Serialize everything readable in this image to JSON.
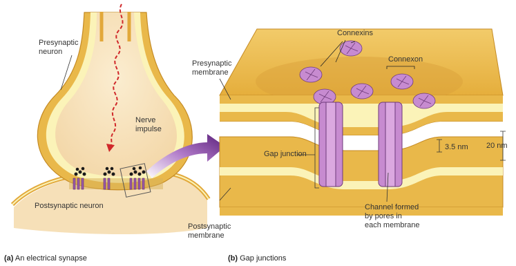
{
  "panel_a": {
    "presynaptic_label_1": "Presynaptic",
    "presynaptic_label_2": "neuron",
    "impulse_label_1": "Nerve",
    "impulse_label_2": "impulse",
    "postsynaptic_label": "Postsynaptic neuron",
    "caption_letter": "(a)",
    "caption_text": " An electrical synapse"
  },
  "panel_b": {
    "connexins_label": "Connexins",
    "connexon_label": "Connexon",
    "pre_membrane_1": "Presynaptic",
    "pre_membrane_2": "membrane",
    "post_membrane_1": "Postsynaptic",
    "post_membrane_2": "membrane",
    "gap_junction_label": "Gap junction",
    "gap_width": "3.5 nm",
    "total_width": "20 nm",
    "channel_1": "Channel formed",
    "channel_2": "by pores in",
    "channel_3": "each membrane",
    "caption_letter": "(b)",
    "caption_text": " Gap junctions"
  },
  "colors": {
    "membrane_gold": "#e9b84a",
    "membrane_light": "#fbf3b8",
    "cytoplasm": "#f6dfb2",
    "connexon_purple": "#c78bd0",
    "impulse_red": "#d0282a",
    "arrow_purple": "#6a2b8a"
  }
}
